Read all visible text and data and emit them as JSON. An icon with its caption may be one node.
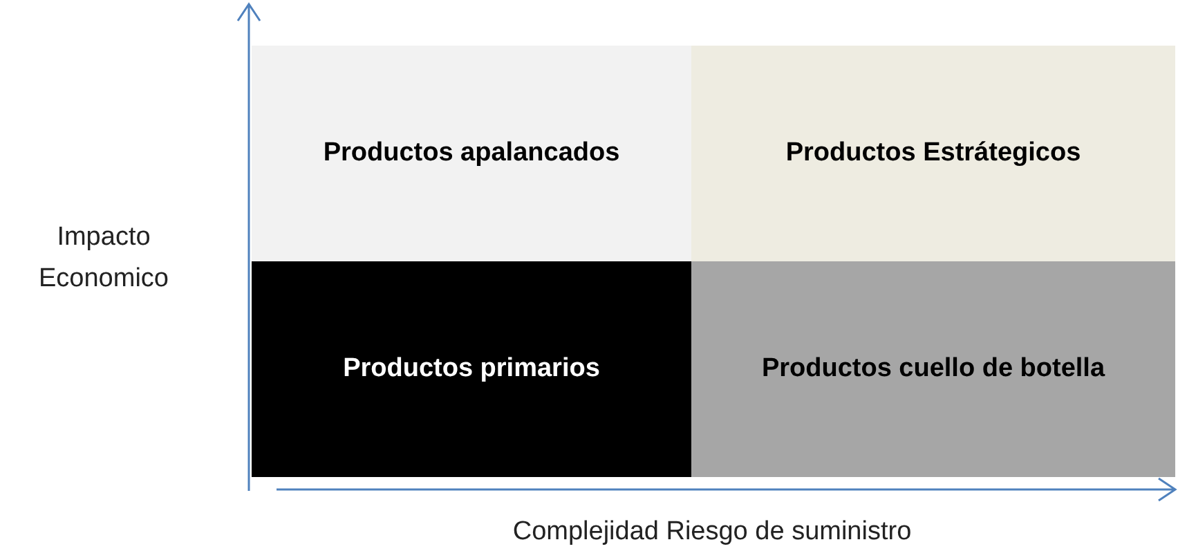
{
  "diagram": {
    "nodes": [
      {
        "text": [
          "Productos apalancados"
        ]
      },
      {
        "text": [
          "Productos Estrátegicos"
        ]
      },
      {
        "text": [
          "Productos primarios"
        ]
      },
      {
        "text": [
          "Productos cuello de botella"
        ]
      }
    ],
    "labels": [
      "Impacto Economico",
      "Complejidad Riesgo de suministro"
    ]
  }
}
